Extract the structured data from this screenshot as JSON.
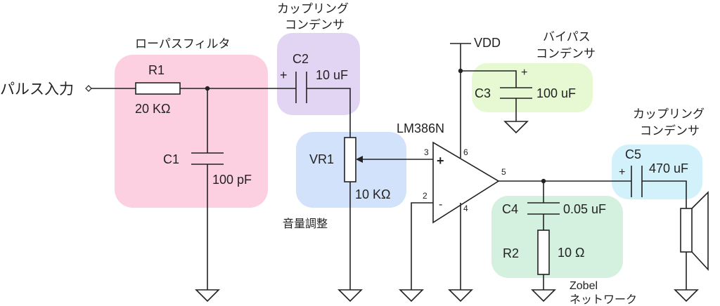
{
  "colors": {
    "lowpass": "#fdd0e1",
    "coupling1": "#e2d5f3",
    "volume": "#d2e2fb",
    "bypass": "#e6f9d2",
    "coupling2": "#d3f1fb",
    "zobel": "#d4f0de",
    "line": "#222222"
  },
  "labels": {
    "input": "パルス入力",
    "lowpass": "ローパスフィルタ",
    "coupling1_l1": "カップリング",
    "coupling1_l2": "コンデンサ",
    "bypass_l1": "バイパス",
    "bypass_l2": "コンデンサ",
    "coupling2_l1": "カップリング",
    "coupling2_l2": "コンデンサ",
    "volume": "音量調整",
    "zobel_l1": "Zobel",
    "zobel_l2": "ネットワーク",
    "vdd": "VDD",
    "ic": "LM386N"
  },
  "components": {
    "r1": {
      "name": "R1",
      "value": "20 KΩ"
    },
    "c1": {
      "name": "C1",
      "value": "100 pF"
    },
    "c2": {
      "name": "C2",
      "value": "10 uF",
      "polarity": "+"
    },
    "vr1": {
      "name": "VR1",
      "value": "10 KΩ"
    },
    "c3": {
      "name": "C3",
      "value": "100 uF",
      "polarity": "+"
    },
    "c4": {
      "name": "C4",
      "value": "0.05 uF"
    },
    "r2": {
      "name": "R2",
      "value": "10 Ω"
    },
    "c5": {
      "name": "C5",
      "value": "470 uF",
      "polarity": "+"
    }
  },
  "ic_pins": {
    "pin3": "3",
    "pin2": "2",
    "pin6": "6",
    "pin4": "4",
    "pin5": "5",
    "plus": "+",
    "minus": "-"
  }
}
